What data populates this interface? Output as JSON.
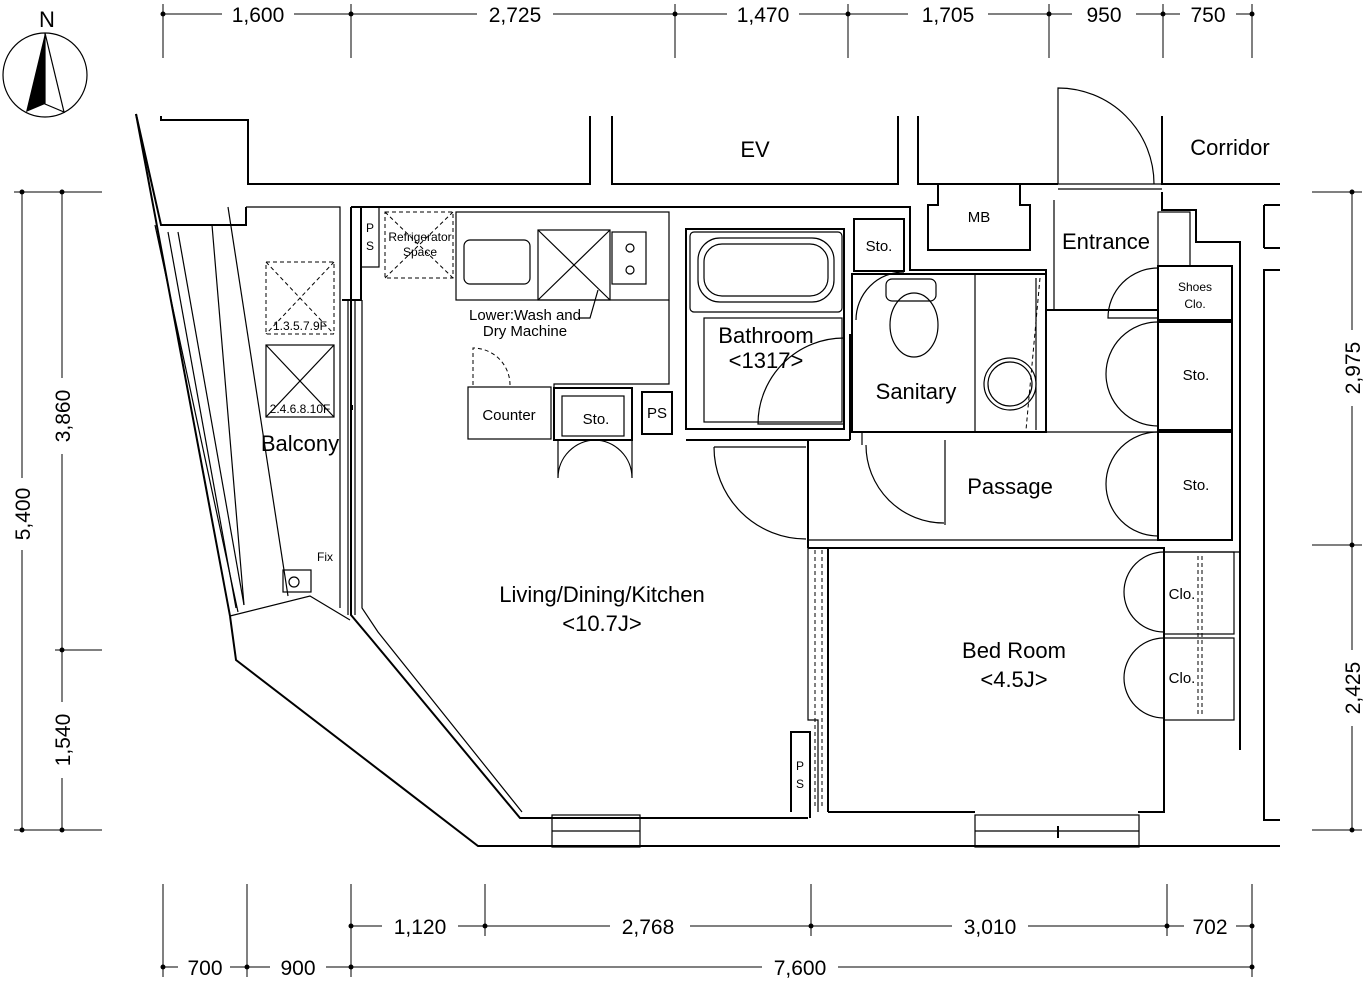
{
  "compass": {
    "north_label": "N",
    "icon": "north-arrow-icon"
  },
  "dimensions": {
    "top": [
      "1,600",
      "2,725",
      "1,470",
      "1,705",
      "950",
      "750"
    ],
    "bottom_inner": [
      "1,120",
      "2,768",
      "3,010",
      "702"
    ],
    "bottom_outer": [
      "700",
      "900",
      "7,600"
    ],
    "left_total": "5,400",
    "left_parts": [
      "3,860",
      "1,540"
    ],
    "right_parts": [
      "2,975",
      "2,425"
    ]
  },
  "rooms": {
    "ev": "EV",
    "corridor": "Corridor",
    "mb": "MB",
    "entrance": "Entrance",
    "shoes_closet": [
      "Shoes",
      "Clo."
    ],
    "storage": "Sto.",
    "ps": "PS",
    "ps_vertical": [
      "P",
      "S"
    ],
    "refrigerator": [
      "Refrigerator",
      "Space"
    ],
    "washer": [
      "Lower:Wash and",
      "Dry Machine"
    ],
    "counter": "Counter",
    "bathroom": "Bathroom",
    "bathroom_size": "<1317>",
    "sanitary": "Sanitary",
    "passage": "Passage",
    "balcony": "Balcony",
    "balcony_unit_a": "1.3.5.7.9F",
    "balcony_unit_b": "2.4.6.8.10F",
    "fix": "Fix",
    "ldk": "Living/Dining/Kitchen",
    "ldk_size": "<10.7J>",
    "bedroom": "Bed Room",
    "bedroom_size": "<4.5J>",
    "closet": "Clo."
  }
}
